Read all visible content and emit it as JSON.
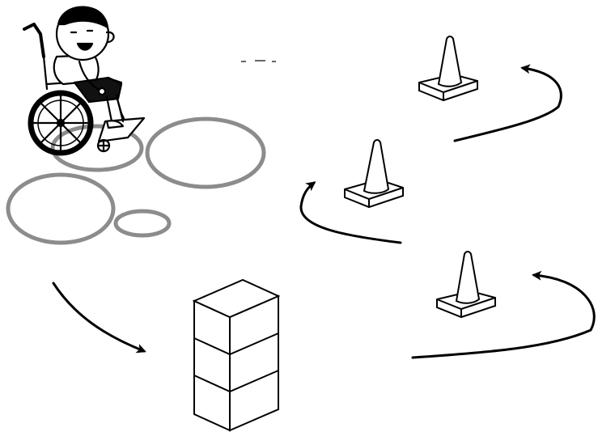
{
  "illustration": {
    "figure": "child-in-wheelchair",
    "rings": 4,
    "cones": 3,
    "stacked_boxes": 3,
    "arrows": 4,
    "colors": {
      "line": "#000000",
      "ring": "#8c8c8c",
      "background": "#ffffff"
    }
  }
}
